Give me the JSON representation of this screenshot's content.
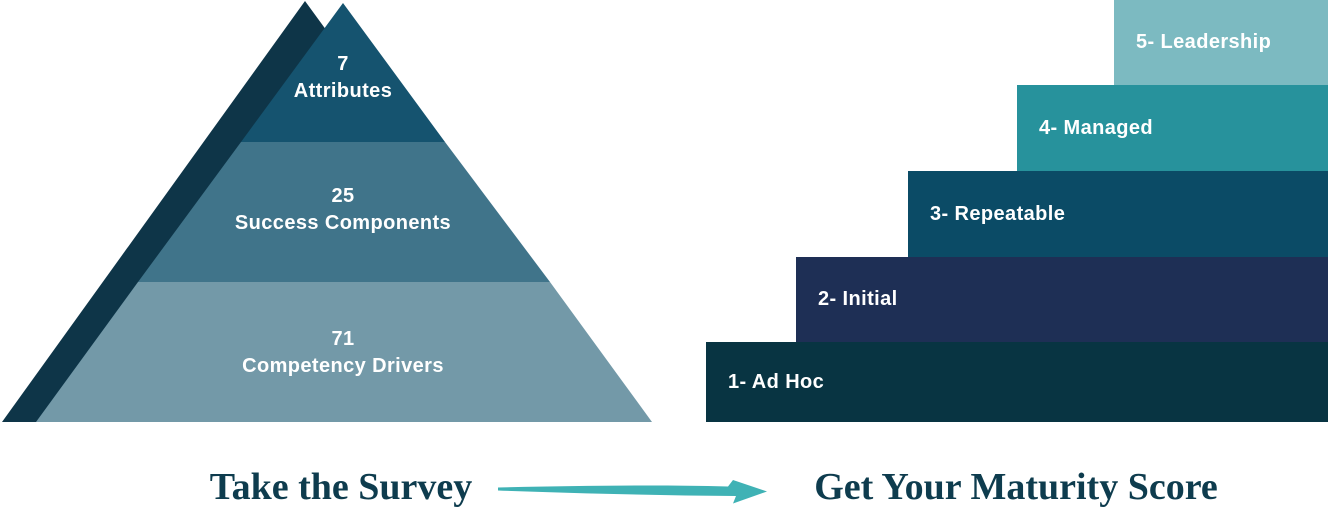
{
  "canvas": {
    "background": "#ffffff"
  },
  "pyramid": {
    "shadow_color": "#0e3548",
    "text_color": "#ffffff",
    "tiers": [
      {
        "value": "7",
        "label": "Attributes",
        "color": "#15536f"
      },
      {
        "value": "25",
        "label": "Success Components",
        "color": "#40748a"
      },
      {
        "value": "71",
        "label": "Competency Drivers",
        "color": "#7399a8"
      }
    ]
  },
  "staircase": {
    "text_color": "#ffffff",
    "steps": [
      {
        "label": "1- Ad Hoc",
        "color": "#083442"
      },
      {
        "label": "2- Initial",
        "color": "#1e2f55"
      },
      {
        "label": "3- Repeatable",
        "color": "#0b4b66"
      },
      {
        "label": "4- Managed",
        "color": "#27929c"
      },
      {
        "label": "5- Leadership",
        "color": "#7cbac1"
      }
    ]
  },
  "footer": {
    "left_label": "Take the Survey",
    "right_label": "Get Your Maturity Score",
    "arrow_color": "#3fb2b5",
    "text_color": "#0e3c4e"
  }
}
